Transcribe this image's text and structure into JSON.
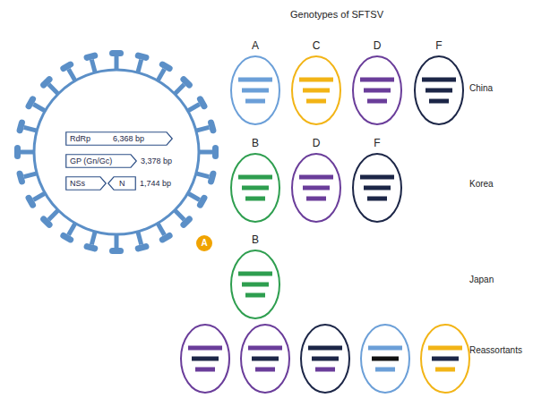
{
  "diagram": {
    "title": "Genotypes of SFTSV",
    "nodes": [
      {
        "text": [
          "A"
        ]
      },
      {
        "text": [
          "C"
        ]
      },
      {
        "text": [
          "D"
        ]
      },
      {
        "text": [
          "F"
        ]
      },
      {
        "text": [
          "RdRp",
          "6,368 bp"
        ]
      },
      {
        "text": [
          "GP (Gn/Gc)",
          "3,378 bp"
        ]
      },
      {
        "text": [
          "NSs"
        ]
      },
      {
        "text": [
          "N",
          "1,744 bp"
        ]
      },
      {
        "text": [
          "B"
        ]
      },
      {
        "text": [
          "D"
        ]
      },
      {
        "text": [
          "F"
        ]
      },
      {
        "text": [
          "A"
        ]
      },
      {
        "text": [
          "B"
        ]
      }
    ],
    "labels": [
      "China",
      "Korea",
      "Japan",
      "Reassortants"
    ]
  }
}
